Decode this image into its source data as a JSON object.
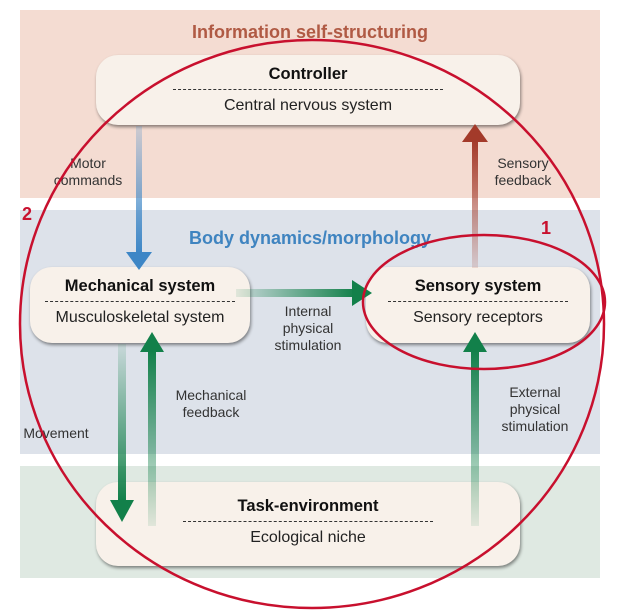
{
  "bands": {
    "top_title": "Information self-structuring",
    "mid_title": "Body dynamics/morphology"
  },
  "boxes": {
    "controller": {
      "title": "Controller",
      "subtitle": "Central nervous system"
    },
    "mechanical": {
      "title": "Mechanical system",
      "subtitle": "Musculoskeletal system"
    },
    "sensory": {
      "title": "Sensory system",
      "subtitle": "Sensory receptors"
    },
    "task": {
      "title": "Task-environment",
      "subtitle": "Ecological niche"
    }
  },
  "labels": {
    "motor_commands": [
      "Motor",
      "commands"
    ],
    "sensory_feedback": [
      "Sensory",
      "feedback"
    ],
    "internal_stimulation": [
      "Internal",
      "physical",
      "stimulation"
    ],
    "mechanical_feedback": [
      "Mechanical",
      "feedback"
    ],
    "movement": "Movement",
    "external_stimulation": [
      "External",
      "physical",
      "stimulation"
    ]
  },
  "markers": {
    "circle_1": "1",
    "circle_2": "2"
  },
  "colors": {
    "blue_arrow": "#3d86c6",
    "red_arrow": "#a33a2a",
    "green_arrow": "#12804a",
    "circle": "#c8102e"
  }
}
